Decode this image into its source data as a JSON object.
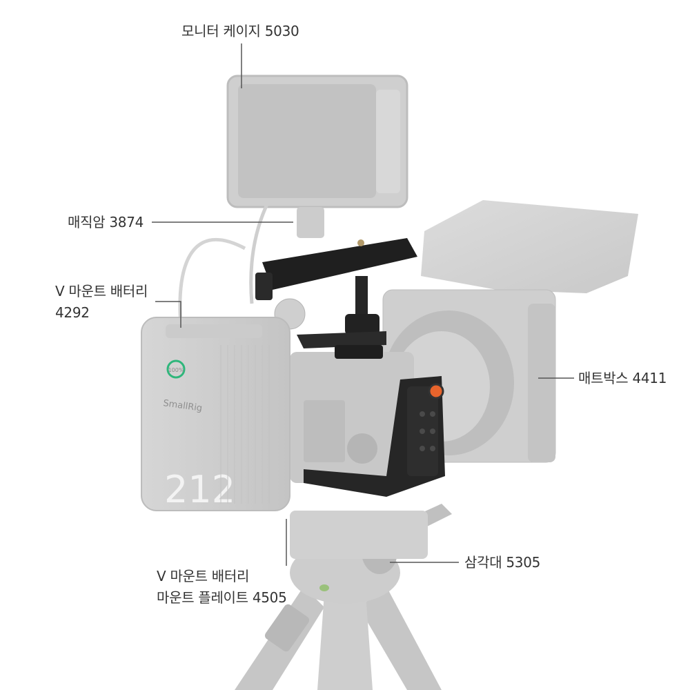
{
  "labels": {
    "monitor_cage": "모니터 케이지 5030",
    "magic_arm": "매직암 3874",
    "vmount_battery_line1": "V 마운트 배터리",
    "vmount_battery_line2": "4292",
    "matte_box": "매트박스 4411",
    "tripod": "삼각대 5305",
    "vmount_plate_line1": "V 마운트 배터리",
    "vmount_plate_line2": "마운트 플레이트 4505"
  },
  "product_markings": {
    "battery_number": "212",
    "battery_brand": "SmallRig",
    "battery_indicator": "100%"
  },
  "colors": {
    "label_text": "#333333",
    "leader_line": "#555555",
    "ghost_gray": "#c8c8c8",
    "ghost_dark": "#a9a9a9",
    "highlight_black": "#1e1e1e",
    "accent_orange": "#e8642c",
    "battery_led": "#2fb67b"
  }
}
